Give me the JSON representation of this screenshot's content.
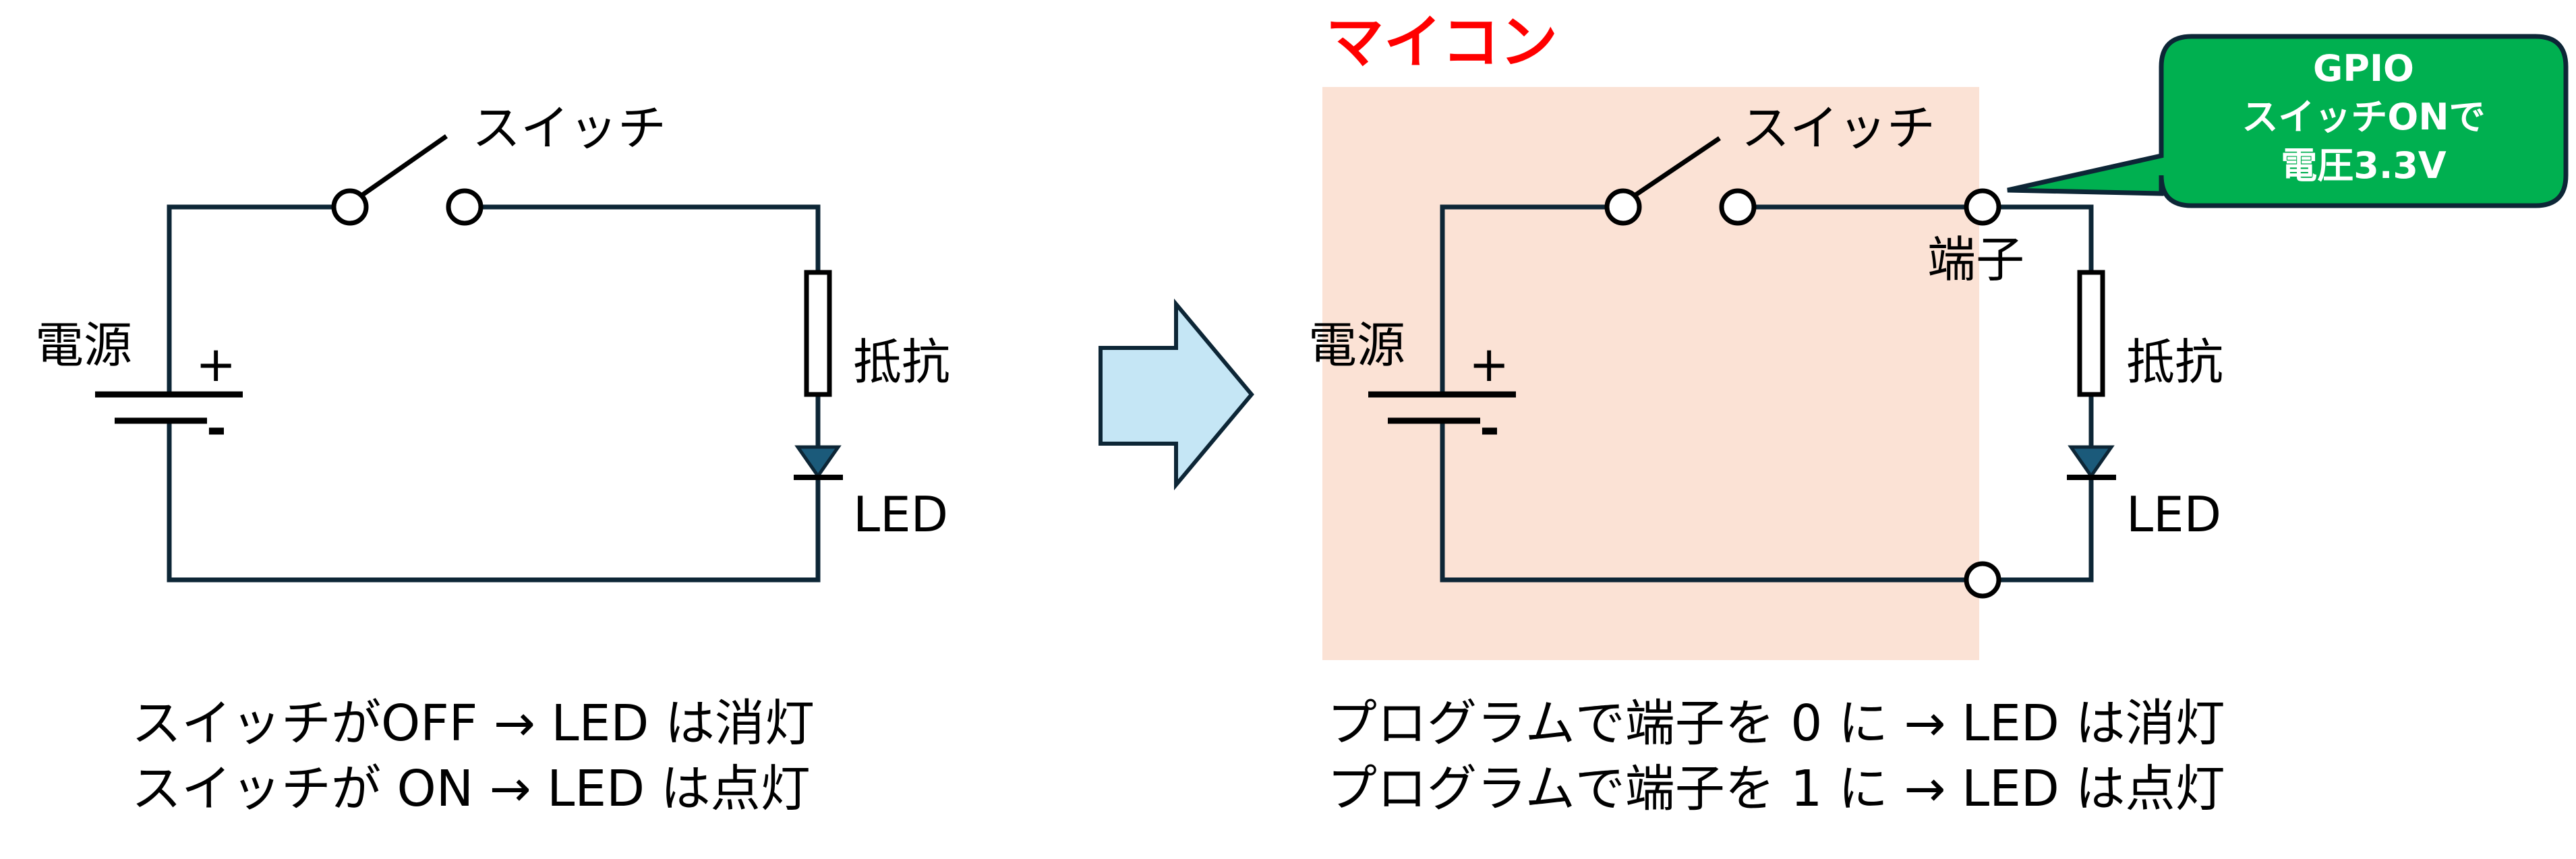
{
  "left_circuit": {
    "switch_label": "スイッチ",
    "power_label": "電源",
    "plus": "+",
    "minus": "-",
    "resistor_label": "抵抗",
    "led_label": "LED",
    "caption_line1": "スイッチがOFF → LED は消灯",
    "caption_line2": "スイッチが ON →  LED は点灯"
  },
  "right_circuit": {
    "title": "マイコン",
    "switch_label": "スイッチ",
    "terminal_label": "端子",
    "power_label": "電源",
    "plus": "+",
    "minus": "-",
    "resistor_label": "抵抗",
    "led_label": "LED",
    "callout_lines": [
      "GPIO",
      "スイッチONで",
      "電圧3.3V"
    ],
    "caption_line1": "プログラムで端子を 0 に → LED は消灯",
    "caption_line2": "プログラムで端子を 1 に → LED は点灯"
  },
  "colors": {
    "wire": "#0d2636",
    "mcu_area": "#fbe2d5",
    "title_red": "#ff0000",
    "callout_green": "#00b050",
    "arrow_fill": "#c5e6f5",
    "led_fill": "#1b5a7a"
  }
}
